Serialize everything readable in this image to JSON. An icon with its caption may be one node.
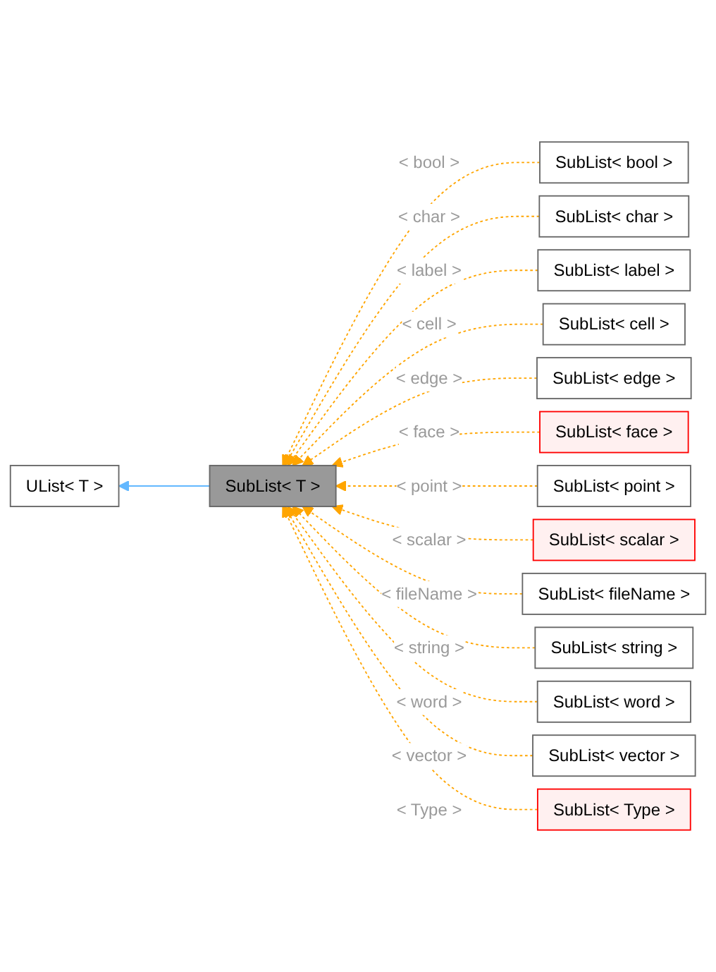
{
  "diagram": {
    "nodes": [
      {
        "text": [
          "UList< T >"
        ]
      },
      {
        "text": [
          "SubList< T >"
        ]
      },
      {
        "text": [
          "SubList< bool >"
        ]
      },
      {
        "text": [
          "SubList< char >"
        ]
      },
      {
        "text": [
          "SubList< label >"
        ]
      },
      {
        "text": [
          "SubList< cell >"
        ]
      },
      {
        "text": [
          "SubList< edge >"
        ]
      },
      {
        "text": [
          "SubList< face >"
        ]
      },
      {
        "text": [
          "SubList< point >"
        ]
      },
      {
        "text": [
          "SubList< scalar >"
        ]
      },
      {
        "text": [
          "SubList< fileName >"
        ]
      },
      {
        "text": [
          "SubList< string >"
        ]
      },
      {
        "text": [
          "SubList< word >"
        ]
      },
      {
        "text": [
          "SubList< vector >"
        ]
      },
      {
        "text": [
          "SubList< Type >"
        ]
      }
    ],
    "edges": [
      {
        "from": 1,
        "to": 0,
        "arrow": "to",
        "color": "#63b8ff"
      },
      {
        "from": 2,
        "to": 1,
        "arrow": "to",
        "style": "dashed",
        "label": "< bool >"
      },
      {
        "from": 3,
        "to": 1,
        "arrow": "to",
        "style": "dashed",
        "label": "< char >"
      },
      {
        "from": 4,
        "to": 1,
        "arrow": "to",
        "style": "dashed",
        "label": "< label >"
      },
      {
        "from": 5,
        "to": 1,
        "arrow": "to",
        "style": "dashed",
        "label": "< cell >"
      },
      {
        "from": 6,
        "to": 1,
        "arrow": "to",
        "style": "dashed",
        "label": "< edge >"
      },
      {
        "from": 7,
        "to": 1,
        "arrow": "to",
        "style": "dashed",
        "label": "< face >"
      },
      {
        "from": 8,
        "to": 1,
        "arrow": "to",
        "style": "dashed",
        "label": "< point >"
      },
      {
        "from": 9,
        "to": 1,
        "arrow": "to",
        "style": "dashed",
        "label": "< scalar >"
      },
      {
        "from": 10,
        "to": 1,
        "arrow": "to",
        "style": "dashed",
        "label": "< fileName >"
      },
      {
        "from": 11,
        "to": 1,
        "arrow": "to",
        "style": "dashed",
        "label": "< string >"
      },
      {
        "from": 12,
        "to": 1,
        "arrow": "to",
        "style": "dashed",
        "label": "< word >"
      },
      {
        "from": 13,
        "to": 1,
        "arrow": "to",
        "style": "dashed",
        "label": "< vector >"
      },
      {
        "from": 14,
        "to": 1,
        "arrow": "to",
        "style": "dashed",
        "label": "< Type >"
      }
    ]
  }
}
